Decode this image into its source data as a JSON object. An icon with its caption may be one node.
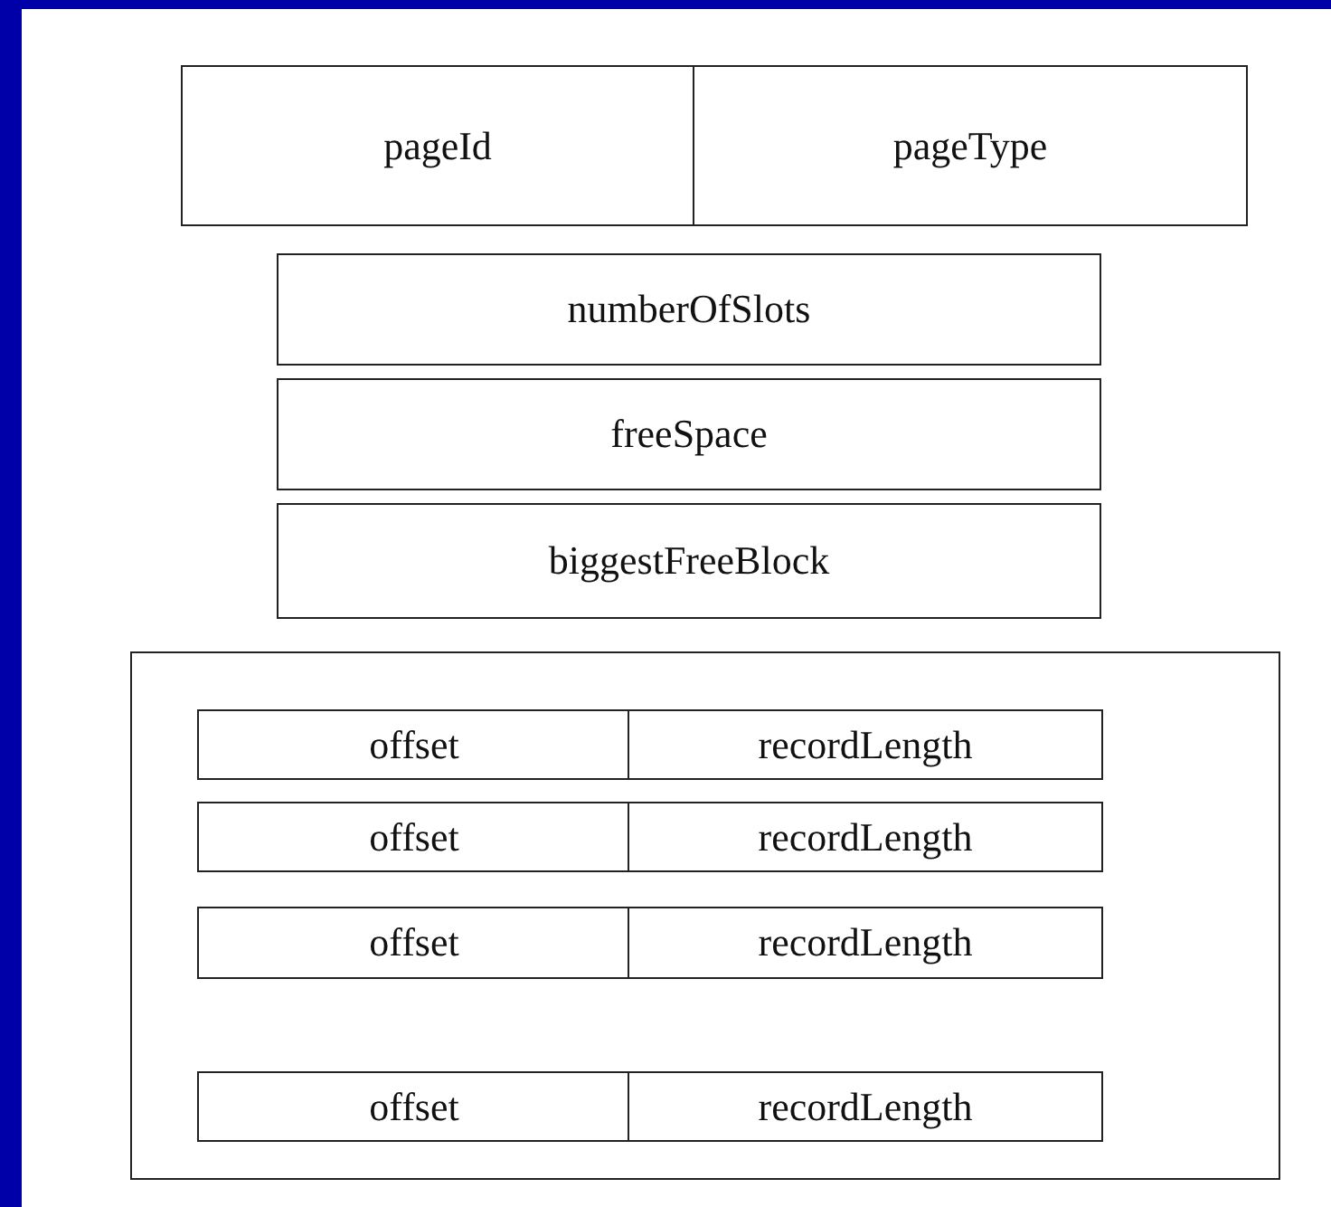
{
  "diagram": {
    "nodes": [
      {
        "text": [
          "pageId"
        ]
      },
      {
        "text": [
          "pageType"
        ]
      },
      {
        "text": [
          "numberOfSlots"
        ]
      },
      {
        "text": [
          "freeSpace"
        ]
      },
      {
        "text": [
          "biggestFreeBlock"
        ]
      },
      {
        "text": [],
        "shape": "box"
      },
      {
        "text": [
          "offset"
        ],
        "in": 5
      },
      {
        "text": [
          "recordLength"
        ],
        "in": 5
      },
      {
        "text": [
          "offset"
        ],
        "in": 5
      },
      {
        "text": [
          "recordLength"
        ],
        "in": 5
      },
      {
        "text": [
          "offset"
        ],
        "in": 5
      },
      {
        "text": [
          "recordLength"
        ],
        "in": 5
      },
      {
        "text": [
          "offset"
        ],
        "in": 5
      },
      {
        "text": [
          "recordLength"
        ],
        "in": 5
      }
    ]
  }
}
